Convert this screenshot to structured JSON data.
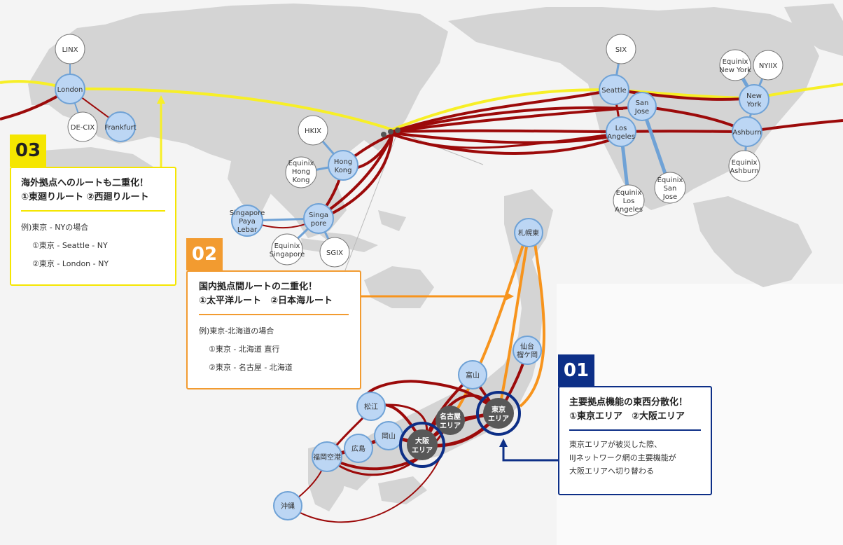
{
  "nodes": {
    "linx": "LINX",
    "london": "London",
    "decix": "DE-CIX",
    "frankfurt": "Frankfurt",
    "hkix": "HKIX",
    "hongkong": [
      "Hong",
      "Kong"
    ],
    "eq_hk": [
      "Equinix",
      "Hong",
      "Kong"
    ],
    "sg_paya": [
      "Singapore",
      "Paya",
      "Lebar"
    ],
    "singapore": [
      "Singa",
      "pore"
    ],
    "eq_sg": [
      "Equinix",
      "Singapore"
    ],
    "sgix": "SGIX",
    "six": "SIX",
    "seattle": "Seattle",
    "sanjose": [
      "San",
      "Jose"
    ],
    "losangeles": [
      "Los",
      "Angeles"
    ],
    "eq_la": [
      "Equinix",
      "Los",
      "Angeles"
    ],
    "eq_sj": [
      "Equinix",
      "San",
      "Jose"
    ],
    "eq_ny": [
      "Equinix",
      "New York"
    ],
    "nyiix": "NYIIX",
    "newyork": [
      "New",
      "York"
    ],
    "ashburn": "Ashburn",
    "eq_ash": [
      "Equinix",
      "Ashburn"
    ],
    "sapporo": "札幌東",
    "sendai": [
      "仙台",
      "榴ケ岡"
    ],
    "toyama": "富山",
    "tokyo": [
      "東京",
      "エリア"
    ],
    "nagoya": [
      "名古屋",
      "エリア"
    ],
    "osaka": [
      "大阪",
      "エリア"
    ],
    "matsue": "松江",
    "okayama": "岡山",
    "hiroshima": "広島",
    "fukuoka": "福岡空港",
    "okinawa": "沖縄"
  },
  "callouts": {
    "c03": {
      "number": "03",
      "title_line1": "海外拠点へのルートも二重化！",
      "title_line2": "①東廻りルート ②西廻りルート",
      "body": [
        "例)東京 - NYの場合",
        "①東京 - Seattle - NY",
        "②東京 - London - NY"
      ],
      "color": "#f5e600"
    },
    "c02": {
      "number": "02",
      "title_line1": "国内拠点間ルートの二重化！",
      "title_line2": "①太平洋ルート　②日本海ルート",
      "body": [
        "例)東京-北海道の場合",
        "①東京 - 北海道 直行",
        "②東京 - 名古屋 - 北海道"
      ],
      "color": "#f29b30"
    },
    "c01": {
      "number": "01",
      "title_line1": "主要拠点機能の東西分散化！",
      "title_line2": "①東京エリア　②大阪エリア",
      "body": [
        "東京エリアが被災した際、",
        "IIJネットワーク網の主要機能が",
        "大阪エリアへ切り替わる"
      ],
      "color": "#0d2f87"
    }
  },
  "colors": {
    "route_red": "#9c0a0a",
    "route_yellow": "#f7ef27",
    "route_orange": "#f7941d",
    "link_blue": "#6fa2d6",
    "node_fill": "#bcd6f4",
    "node_stroke": "#6fa2d6",
    "area_fill": "#585858",
    "area_ring": "#0d2f87",
    "land": "#d4d4d4"
  }
}
